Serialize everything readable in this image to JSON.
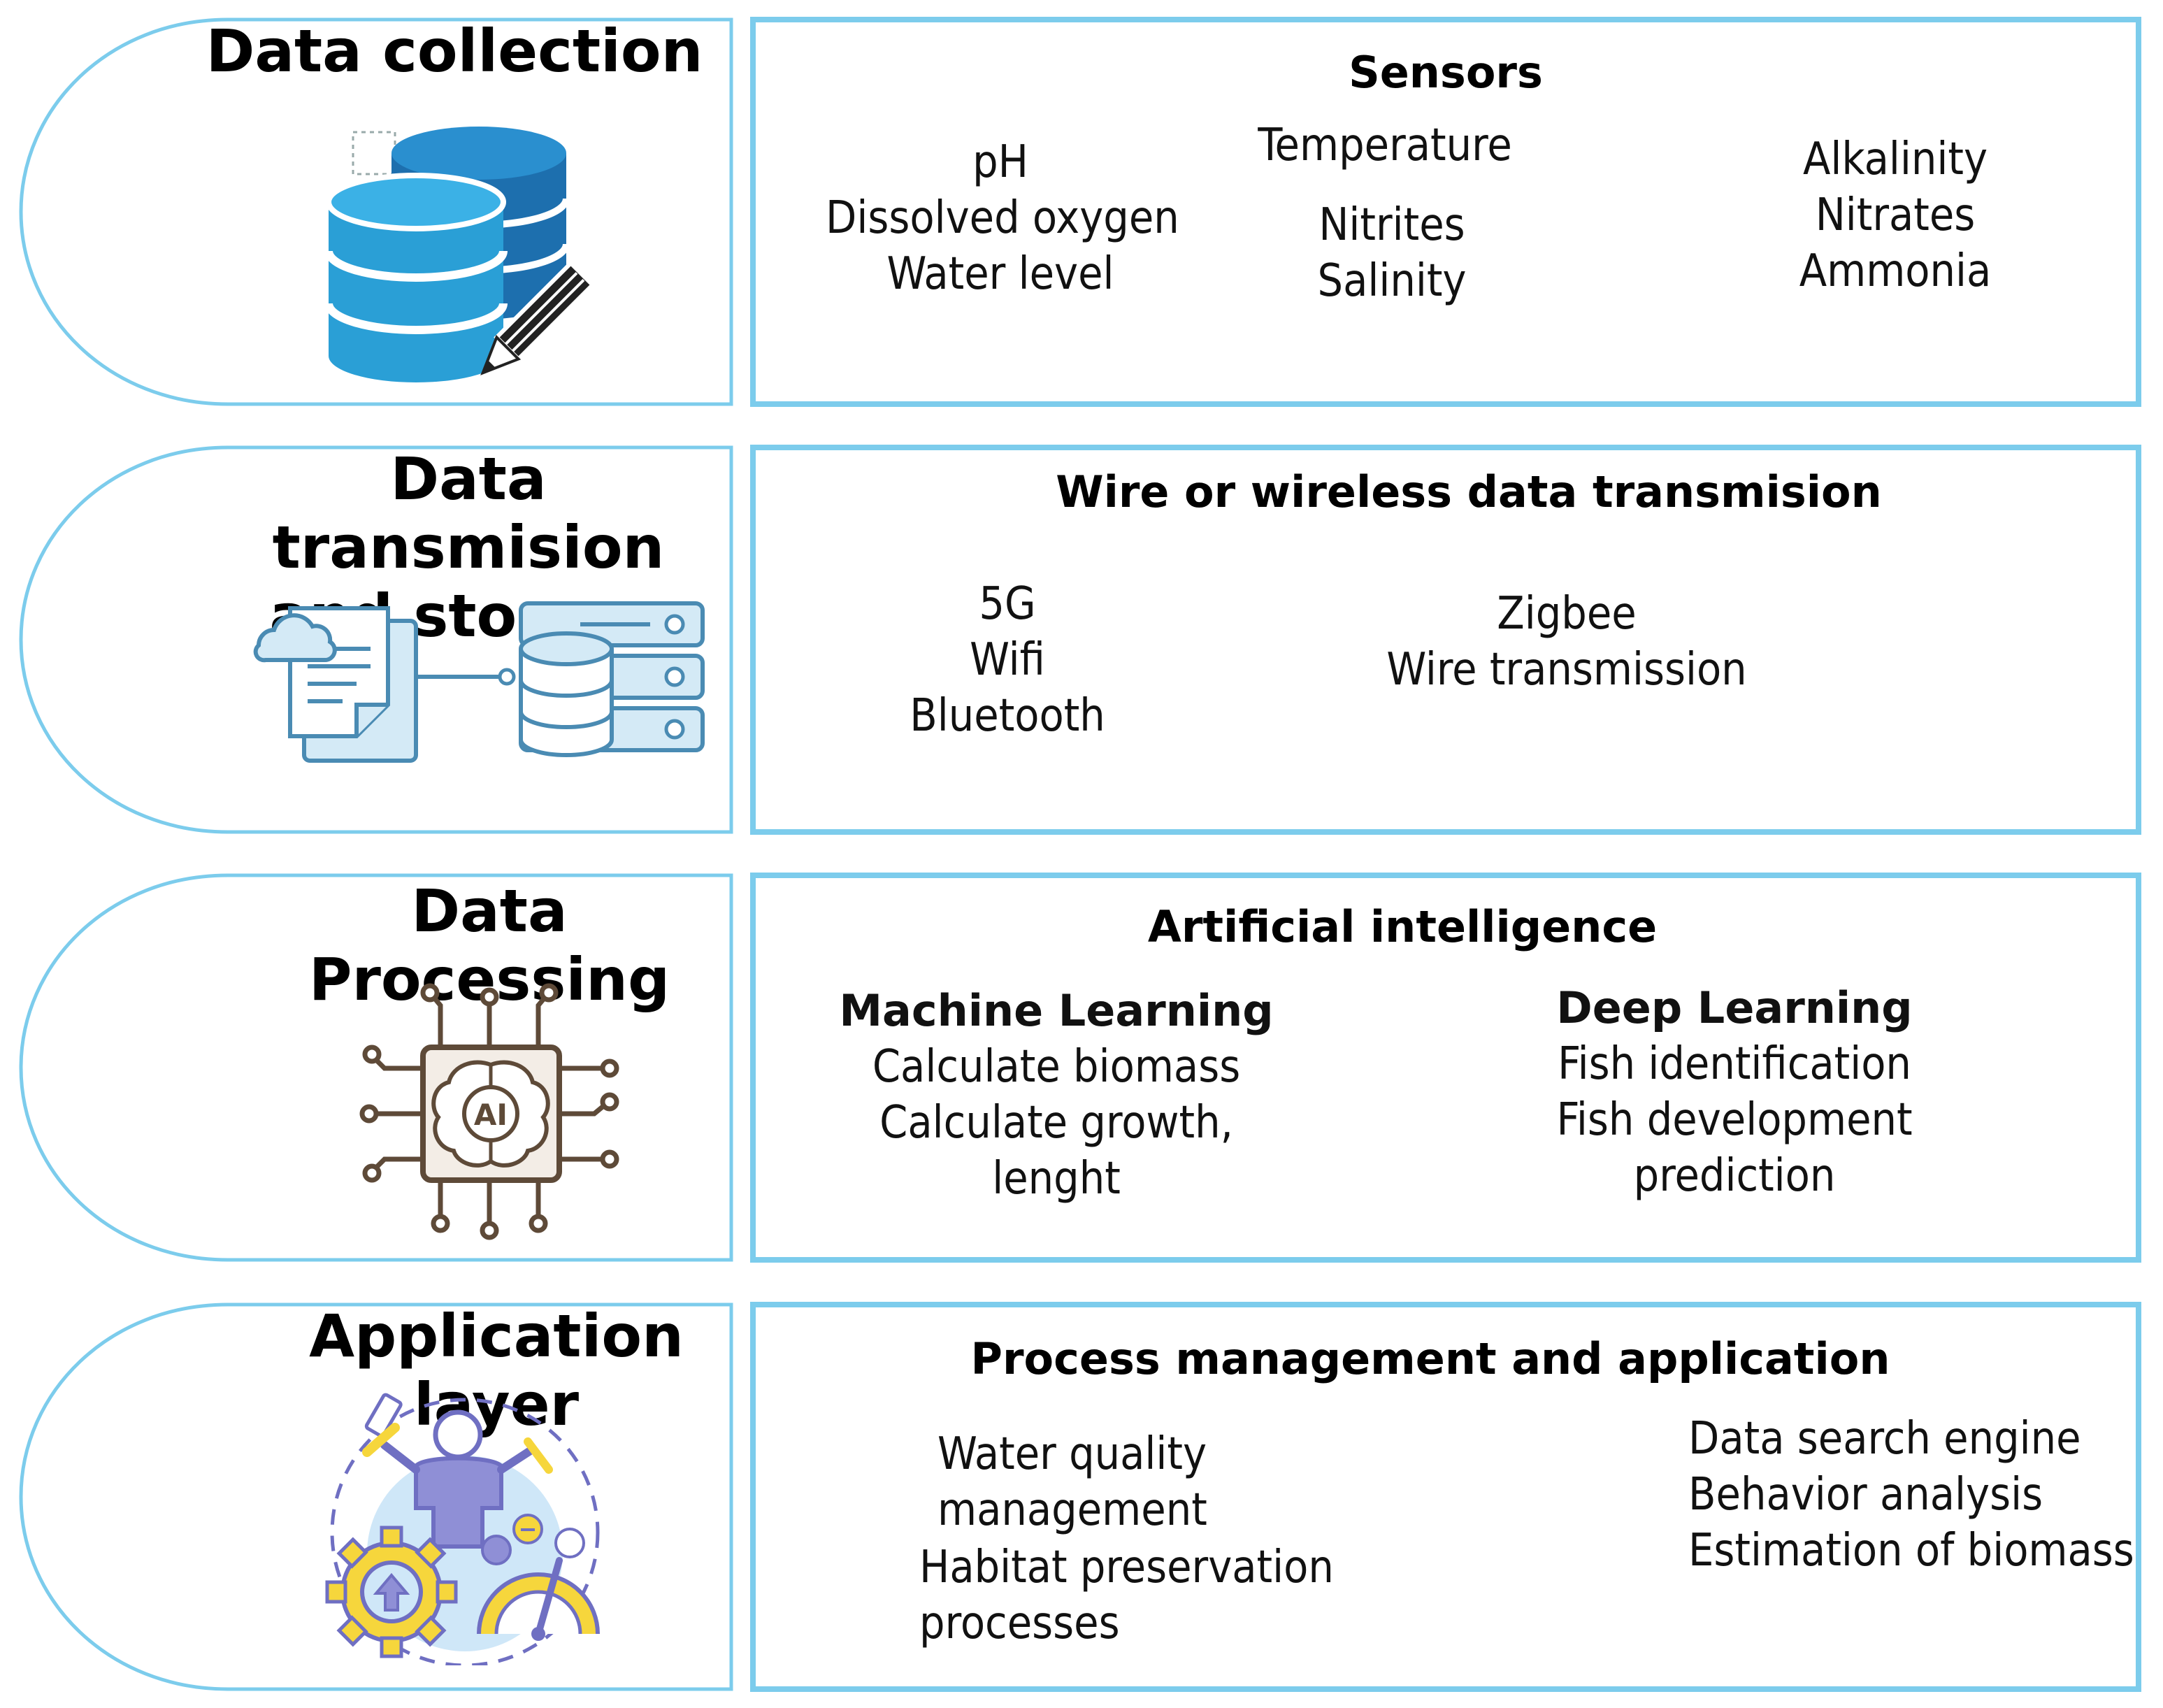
{
  "layers": [
    {
      "title_lines": [
        "Data collection"
      ],
      "heading": "Sensors",
      "columns": [
        {
          "lines": [
            "pH",
            "Dissolved oxygen",
            "Water level"
          ]
        },
        {
          "lines": [
            "Temperature"
          ]
        },
        {
          "lines": [
            "Nitrites",
            "Salinity"
          ]
        },
        {
          "lines": [
            "Alkalinity",
            "Nitrates",
            "Ammonia"
          ]
        }
      ],
      "icon": "database-pencil-icon"
    },
    {
      "title_lines": [
        "Data transmision",
        "and storage"
      ],
      "heading": "Wire or wireless data transmision",
      "columns": [
        {
          "lines": [
            "5G",
            "Wifi",
            "Bluetooth"
          ]
        },
        {
          "lines": [
            "Zigbee",
            "Wire transmission"
          ]
        }
      ],
      "icon": "cloud-document-server-icon"
    },
    {
      "title_lines": [
        "Data Processing"
      ],
      "heading": "Artificial intelligence",
      "columns": [
        {
          "subheading": "Machine Learning",
          "lines": [
            "Calculate biomass",
            "Calculate growth,",
            "lenght"
          ]
        },
        {
          "subheading": "Deep Learning",
          "lines": [
            "Fish identification",
            "Fish development",
            "prediction"
          ]
        }
      ],
      "icon": "ai-chip-icon",
      "icon_label": "AI"
    },
    {
      "title_lines": [
        "Application layer"
      ],
      "heading": "Process management and application",
      "columns": [
        {
          "lines": [
            "Water quality",
            "management"
          ]
        },
        {
          "lines": [
            "Habitat preservation",
            "processes"
          ]
        },
        {
          "lines": [
            "Data search engine",
            "Behavior analysis",
            "Estimation of biomass"
          ]
        }
      ],
      "icon": "worker-gear-gauge-icon"
    }
  ],
  "colors": {
    "outline": "#7cccec",
    "db_blue": "#2a8fcf",
    "db_dark": "#1d6fae",
    "icon_light": "#d4eaf6",
    "icon_stroke": "#4a8bb3",
    "chip_brown": "#5e4a38",
    "app_yellow": "#f6d63c",
    "app_purple": "#6f6fc2",
    "app_blue_bg": "#cfe7f8"
  }
}
